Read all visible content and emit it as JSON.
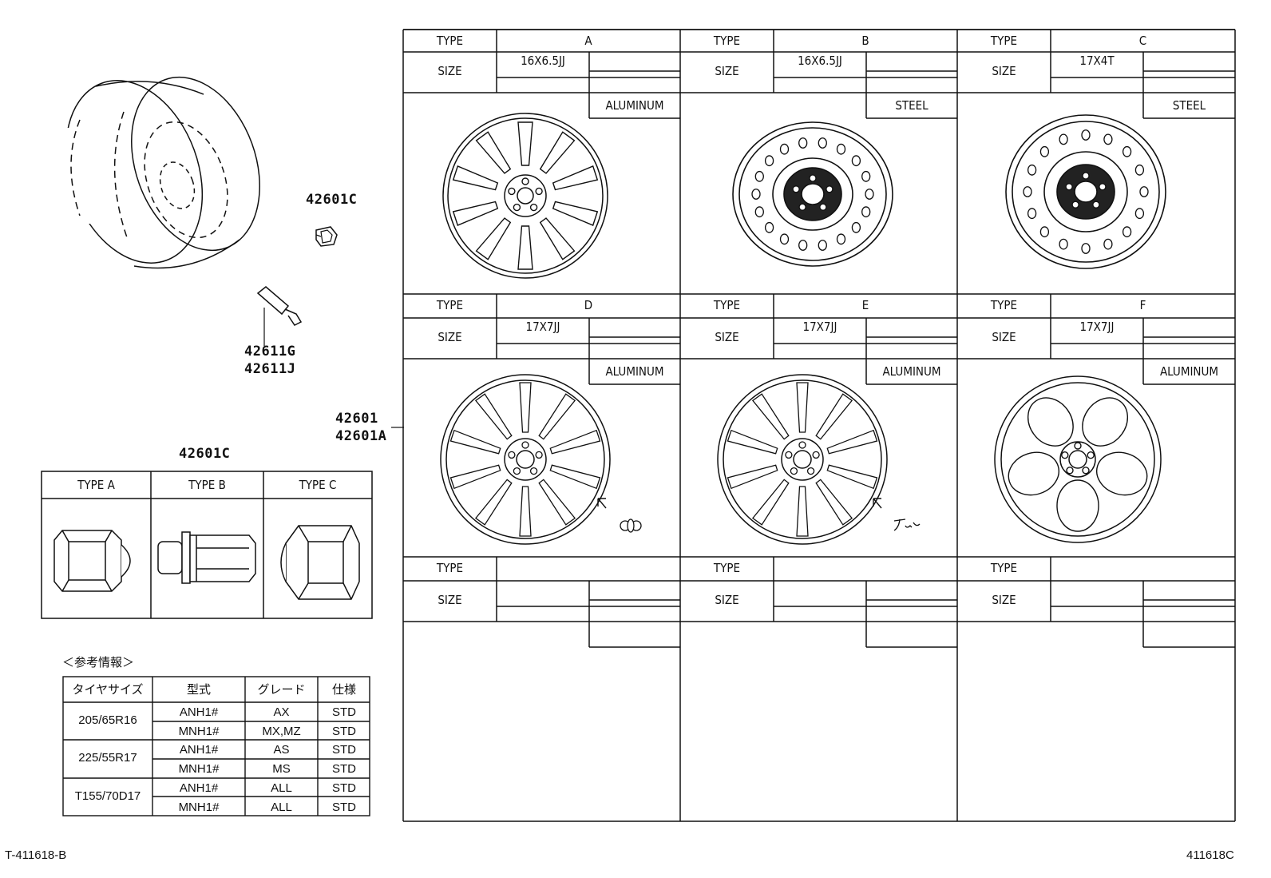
{
  "wheel_table": {
    "type_label": "TYPE",
    "size_label": "SIZE",
    "cells": [
      {
        "type": "A",
        "size": "16X6.5JJ",
        "material": "ALUMINUM"
      },
      {
        "type": "B",
        "size": "16X6.5JJ",
        "material": "STEEL"
      },
      {
        "type": "C",
        "size": "17X4T",
        "material": "STEEL"
      },
      {
        "type": "D",
        "size": "17X7JJ",
        "material": "ALUMINUM"
      },
      {
        "type": "E",
        "size": "17X7JJ",
        "material": "ALUMINUM"
      },
      {
        "type": "F",
        "size": "17X7JJ",
        "material": "ALUMINUM"
      },
      {
        "type": "",
        "size": "",
        "material": ""
      },
      {
        "type": "",
        "size": "",
        "material": ""
      },
      {
        "type": "",
        "size": "",
        "material": ""
      }
    ]
  },
  "parts": {
    "cap_nut": "42601C",
    "valve_1": "42611G",
    "valve_2": "42611J",
    "wheel_1": "42601",
    "wheel_2": "42601A",
    "nut_header": "42601C"
  },
  "nut_table": {
    "headers": [
      "TYPE  A",
      "TYPE  B",
      "TYPE  C"
    ]
  },
  "reference": {
    "title": "＜参考情報＞",
    "headers": [
      "タイヤサイズ",
      "型式",
      "グレード",
      "仕様"
    ],
    "groups": [
      {
        "tire": "205/65R16",
        "rows": [
          {
            "model": "ANH1#",
            "grade": "AX",
            "spec": "STD"
          },
          {
            "model": "MNH1#",
            "grade": "MX,MZ",
            "spec": "STD"
          }
        ]
      },
      {
        "tire": "225/55R17",
        "rows": [
          {
            "model": "ANH1#",
            "grade": "AS",
            "spec": "STD"
          },
          {
            "model": "MNH1#",
            "grade": "MS",
            "spec": "STD"
          }
        ]
      },
      {
        "tire": "T155/70D17",
        "rows": [
          {
            "model": "ANH1#",
            "grade": "ALL",
            "spec": "STD"
          },
          {
            "model": "MNH1#",
            "grade": "ALL",
            "spec": "STD"
          }
        ]
      }
    ]
  },
  "footer": {
    "left": "T-411618-B",
    "right": "411618C"
  }
}
